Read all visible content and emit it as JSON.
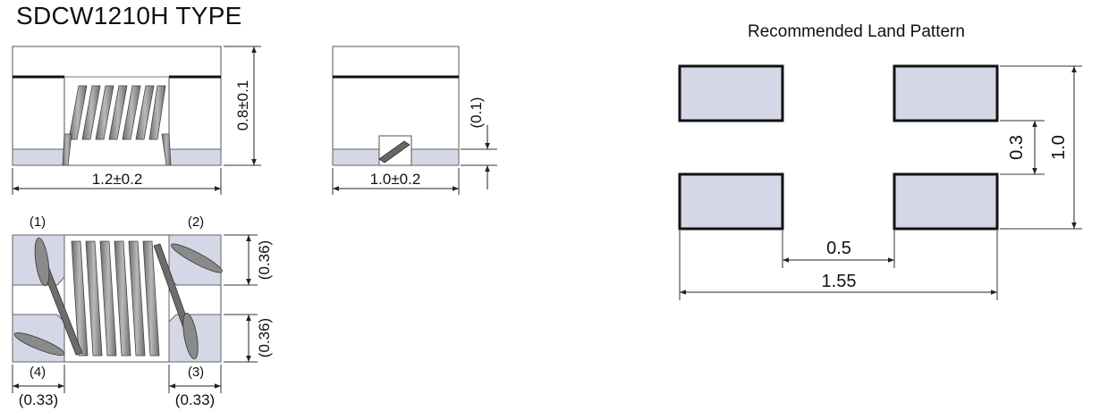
{
  "title": "SDCW1210H TYPE",
  "land_pattern_title": "Recommended Land Pattern",
  "dimensions": {
    "front_width": "1.2±0.2",
    "front_height": "0.8±0.1",
    "side_width": "1.0±0.2",
    "side_height": "(0.1)",
    "top_pad_upper": "(0.36)",
    "top_pad_lower": "(0.36)",
    "top_left_width": "(0.33)",
    "top_right_width": "(0.33)"
  },
  "terminals": [
    "(1)",
    "(2)",
    "(3)",
    "(4)"
  ],
  "land_pattern": {
    "gap_vertical": "0.3",
    "total_height": "1.0",
    "gap_horizontal": "0.5",
    "total_width": "1.55"
  },
  "colors": {
    "terminal_fill": "#d4d7e6",
    "line": "#111111",
    "dim_line": "#333333"
  }
}
